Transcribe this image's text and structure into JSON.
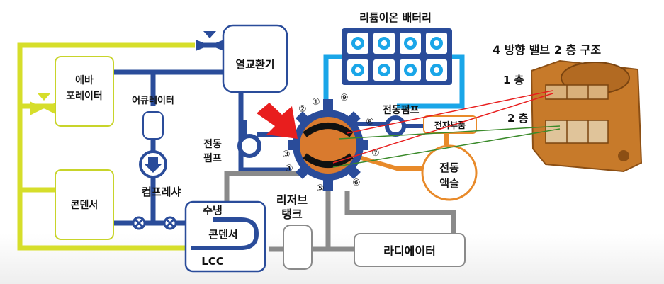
{
  "labels": {
    "battery": "리튬이온 배터리",
    "heat_exchanger": "열교환기",
    "evaporator_line1": "에바",
    "evaporator_line2": "포레이터",
    "accumulator": "어큐레이터",
    "compressor": "컴프레샤",
    "condenser": "콘덴서",
    "pump_left_line1": "전동",
    "pump_left_line2": "펌프",
    "pump_right": "전동펌프",
    "heater": "전자부품",
    "coolant_line1": "전동",
    "coolant_line2": "액슬",
    "reservoir_line1": "리저브",
    "reservoir_line2": "탱크",
    "water_cooled": "수냉",
    "lcc_condenser": "콘덴서",
    "lcc": "LCC",
    "radiator": "라디에이터",
    "valve_title": "4 방향  밸브    2 층   구조",
    "layer1": "1 층",
    "layer2": "2 층"
  },
  "ports": [
    "①",
    "②",
    "③",
    "④",
    "⑤",
    "⑥",
    "⑦",
    "⑧",
    "⑨"
  ],
  "colors": {
    "refrigerant": "#d6de2a",
    "coolant_blue": "#2a4c9a",
    "battery_loop": "#1aa6e8",
    "axle_loop": "#e88a2a",
    "radiator_loop": "#8a8a8a",
    "valve_body": "#d97a2e",
    "arrow": "#e81e1e"
  },
  "icons": [
    "expansion-valve-icon",
    "pump-icon",
    "battery-cell-icon",
    "red-arrow-icon"
  ]
}
